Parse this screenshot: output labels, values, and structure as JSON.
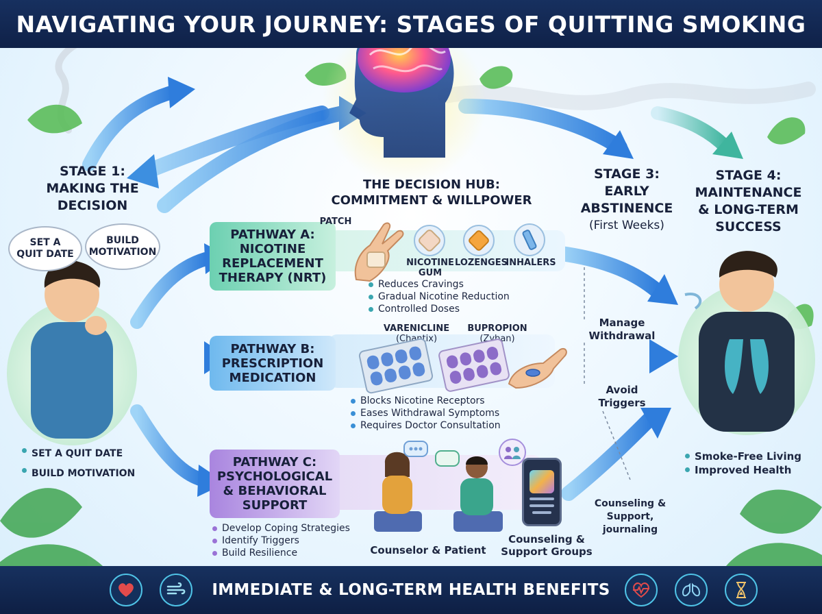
{
  "title": "NAVIGATING YOUR JOURNEY: STAGES OF QUITTING SMOKING",
  "footer": {
    "text": "IMMEDIATE & LONG-TERM HEALTH BENEFITS",
    "icons": [
      "heart-icon",
      "breath-icon",
      "heartbeat-icon",
      "lungs-icon",
      "hourglass-icon"
    ]
  },
  "stage1": {
    "title_a": "STAGE 1:",
    "title_b": "MAKING THE",
    "title_c": "DECISION",
    "thought_1a": "SET A",
    "thought_1b": "QUIT DATE",
    "thought_2a": "BUILD",
    "thought_2b": "MOTIVATION",
    "bullets": [
      "SET A QUIT DATE",
      "BUILD MOTIVATION"
    ]
  },
  "hub": {
    "title_a": "THE DECISION HUB:",
    "title_b": "COMMITMENT & WILLPOWER"
  },
  "stage3": {
    "title_a": "STAGE 3:",
    "title_b": "EARLY",
    "title_c": "ABSTINENCE",
    "title_d": "(First Weeks)",
    "notes": {
      "withdrawal_a": "Manage",
      "withdrawal_b": "Withdrawal",
      "triggers_a": "Avoid",
      "triggers_b": "Triggers",
      "counsel_a": "Counseling &",
      "counsel_b": "Support,",
      "counsel_c": "journaling"
    }
  },
  "stage4": {
    "title_a": "STAGE 4:",
    "title_b": "MAINTENANCE",
    "title_c": "& LONG-TERM",
    "title_d": "SUCCESS",
    "bullets": [
      "Smoke-Free Living",
      "Improved Health"
    ]
  },
  "pathway_a": {
    "title_a": "PATHWAY A:",
    "title_b": "NICOTINE",
    "title_c": "REPLACEMENT",
    "title_d": "THERAPY (NRT)",
    "items": {
      "patch": "PATCH",
      "gum_a": "NICOTINE",
      "gum_b": "GUM",
      "lozenges": "LOZENGES",
      "inhalers": "INHALERS"
    },
    "bullets": [
      "Reduces Cravings",
      "Gradual Nicotine Reduction",
      "Controlled Doses"
    ]
  },
  "pathway_b": {
    "title_a": "PATHWAY B:",
    "title_b": "PRESCRIPTION",
    "title_c": "MEDICATION",
    "items": {
      "varenicline_a": "VARENICLINE",
      "varenicline_b": "(Chantix)",
      "bupropion_a": "BUPROPION",
      "bupropion_b": "(Zyban)"
    },
    "bullets": [
      "Blocks Nicotine Receptors",
      "Eases Withdrawal Symptoms",
      "Requires Doctor Consultation"
    ]
  },
  "pathway_c": {
    "title_a": "PATHWAY C:",
    "title_b": "PSYCHOLOGICAL",
    "title_c": "& BEHAVIORAL",
    "title_d": "SUPPORT",
    "items": {
      "counselor": "Counselor & Patient",
      "groups_a": "Counseling &",
      "groups_b": "Support Groups"
    },
    "bullets": [
      "Develop Coping Strategies",
      "Identify Triggers",
      "Build Resilience"
    ]
  },
  "colors": {
    "header": "#17305f",
    "arrow": "#3d8fe0",
    "pathway_a": "#74d3b4",
    "pathway_b": "#76bdf0",
    "pathway_c": "#b08ee0"
  }
}
